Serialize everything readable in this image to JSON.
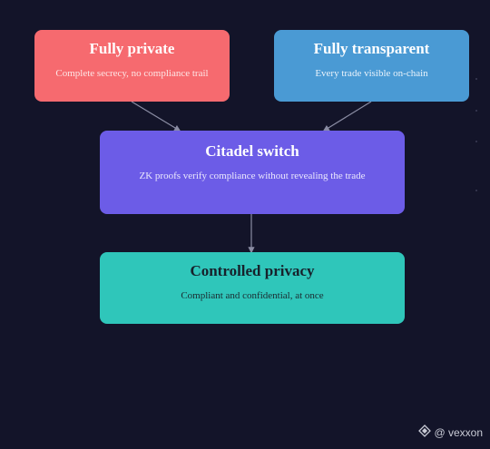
{
  "nodes": {
    "private": {
      "title": "Fully private",
      "desc": "Complete secrecy, no compliance trail",
      "color": "#f66a6f"
    },
    "transparent": {
      "title": "Fully transparent",
      "desc": "Every trade visible on-chain",
      "color": "#4a9ad4"
    },
    "switch": {
      "title": "Citadel switch",
      "desc": "ZK proofs verify compliance without revealing the trade",
      "color": "#6c5ce7"
    },
    "controlled": {
      "title": "Controlled privacy",
      "desc": "Compliant and confidential, at once",
      "color": "#2fc6ba"
    }
  },
  "edges": [
    {
      "from": "private",
      "to": "switch"
    },
    {
      "from": "transparent",
      "to": "switch"
    },
    {
      "from": "switch",
      "to": "controlled"
    }
  ],
  "background": "#131429",
  "connector_color": "#8a8ca3",
  "watermark": {
    "handle": "@ vexxon",
    "logo_icon": "diamond-logo-icon"
  }
}
